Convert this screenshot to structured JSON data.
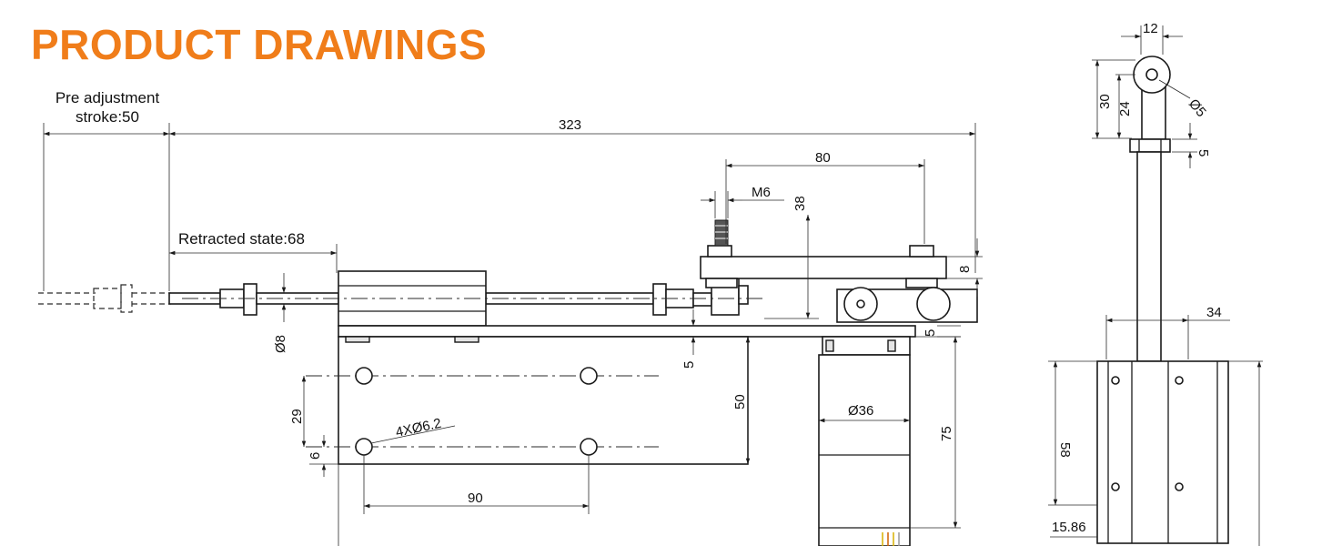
{
  "title": "PRODUCT DRAWINGS",
  "accent_color": "#f07d1a",
  "labels": {
    "pre_adjustment_line1": "Pre adjustment",
    "pre_adjustment_line2": "stroke:50",
    "retracted_state": "Retracted state:68",
    "thread": "M6",
    "holes": "4XØ6.2",
    "rod_dia": "Ø8",
    "motor_dia": "Ø36",
    "eye_dia": "Ø5"
  },
  "dimensions": {
    "overall_length": "323",
    "bracket_span": "80",
    "height_38": "38",
    "bracket_thick": "8",
    "plate_5_left": "5",
    "plate_5_right": "5",
    "hole_spacing_v": "29",
    "hole_offset": "6",
    "base_height": "50",
    "motor_height": "75",
    "hole_spacing_h": "90",
    "eye_width": "12",
    "eye_height_30": "30",
    "eye_height_24": "24",
    "nut_5": "5",
    "side_width": "34",
    "side_height": "58",
    "side_offset": "15.86"
  }
}
